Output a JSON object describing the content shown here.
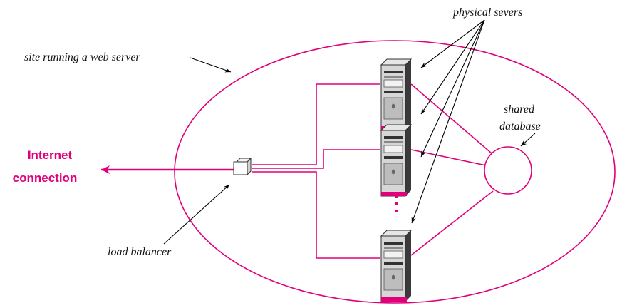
{
  "labels": {
    "physical_servers": "physical severs",
    "site": "site running a web server",
    "shared_database_line1": "shared",
    "shared_database_line2": "database",
    "internet_line1": "Internet",
    "internet_line2": "connection",
    "load_balancer": "load balancer",
    "ellipsis": "..."
  },
  "colors": {
    "accent": "#e0007a",
    "text": "#111111",
    "server_body": "#d4d4d4",
    "server_dark": "#333333",
    "line": "#000000"
  }
}
